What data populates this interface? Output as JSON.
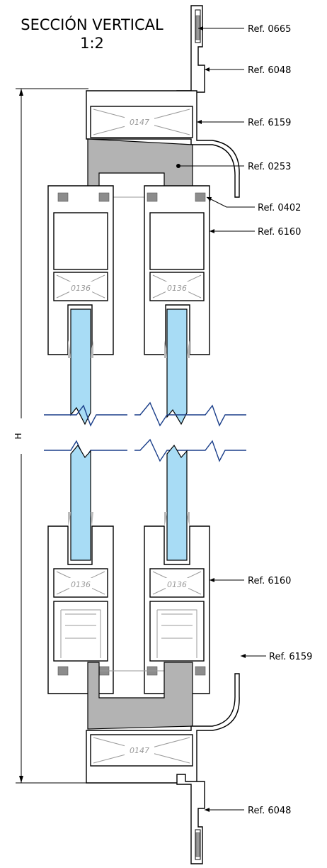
{
  "title": {
    "line1": "SECCIÓN VERTICAL",
    "line2": "1:2"
  },
  "dimension": {
    "label": "H"
  },
  "references": [
    {
      "label": "Ref. 0665"
    },
    {
      "label": "Ref. 6048"
    },
    {
      "label": "Ref. 6159"
    },
    {
      "label": "Ref. 0253"
    },
    {
      "label": "Ref. 0402"
    },
    {
      "label": "Ref. 6160"
    },
    {
      "label": "Ref. 6160"
    },
    {
      "label": "Ref. 6159"
    },
    {
      "label": "Ref. 6048"
    }
  ],
  "profile_codes": {
    "top_block": "0147",
    "bottom_block": "0147",
    "upper_left": "0136",
    "upper_right": "0136",
    "lower_left": "0136",
    "lower_right": "0136"
  },
  "colors": {
    "glass": "#a8dcf5",
    "filler": "#b3b3b3",
    "gasket": "#8c8c8c",
    "break_line": "#1b3f8a"
  }
}
